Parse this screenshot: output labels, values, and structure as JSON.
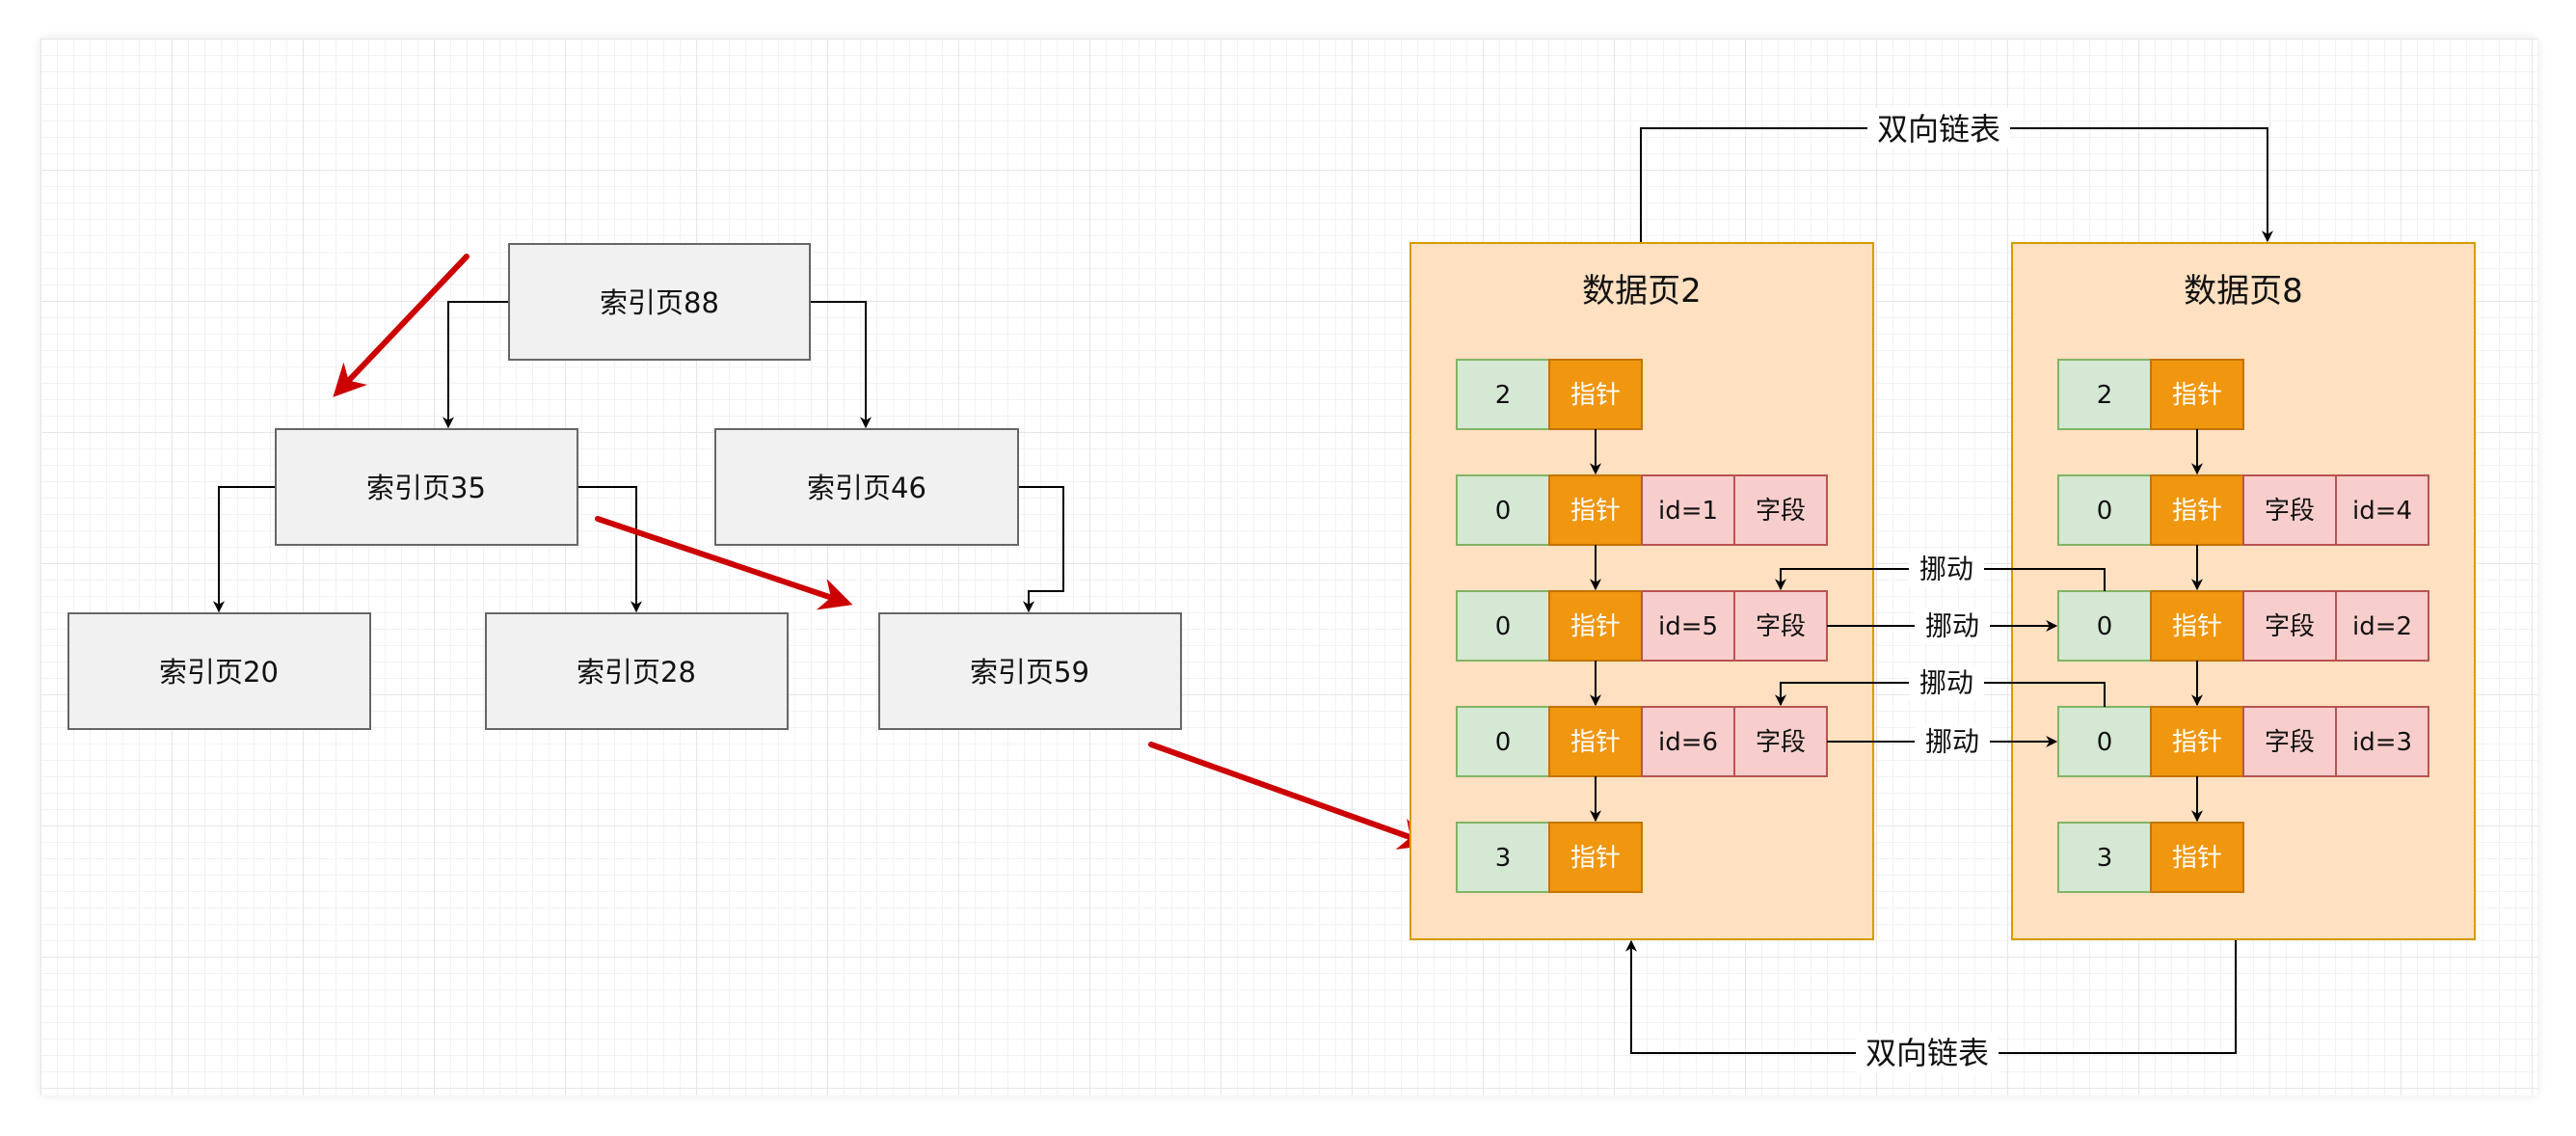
{
  "index_tree": {
    "root": "索引页88",
    "level1_left": "索引页35",
    "level1_right": "索引页46",
    "leaf_1": "索引页20",
    "leaf_2": "索引页28",
    "leaf_3": "索引页59"
  },
  "data_page_left": {
    "title": "数据页2",
    "rows": [
      {
        "head": "2",
        "pointer": "指针",
        "c1": "",
        "c2": ""
      },
      {
        "head": "0",
        "pointer": "指针",
        "c1": "id=1",
        "c2": "字段"
      },
      {
        "head": "0",
        "pointer": "指针",
        "c1": "id=5",
        "c2": "字段"
      },
      {
        "head": "0",
        "pointer": "指针",
        "c1": "id=6",
        "c2": "字段"
      },
      {
        "head": "3",
        "pointer": "指针",
        "c1": "",
        "c2": ""
      }
    ]
  },
  "data_page_right": {
    "title": "数据页8",
    "rows": [
      {
        "head": "2",
        "pointer": "指针",
        "c1": "",
        "c2": ""
      },
      {
        "head": "0",
        "pointer": "指针",
        "c1": "字段",
        "c2": "id=4"
      },
      {
        "head": "0",
        "pointer": "指针",
        "c1": "字段",
        "c2": "id=2"
      },
      {
        "head": "0",
        "pointer": "指针",
        "c1": "字段",
        "c2": "id=3"
      },
      {
        "head": "3",
        "pointer": "指针",
        "c1": "",
        "c2": ""
      }
    ]
  },
  "links": {
    "doubly_linked_top": "双向链表",
    "doubly_linked_bottom": "双向链表",
    "move_1": "挪动",
    "move_2": "挪动",
    "move_3": "挪动",
    "move_4": "挪动"
  },
  "colors": {
    "index_fill": "#f1f1f1",
    "index_stroke": "#666666",
    "page_fill": "#ffe0c0",
    "page_stroke": "#d79b00",
    "head_fill": "#d5e8d4",
    "head_stroke": "#82b366",
    "pointer_fill": "#f0960f",
    "pointer_stroke": "#c47400",
    "field_fill": "#f8cecc",
    "field_stroke": "#b85450",
    "path_arrow": "#cc0000"
  }
}
